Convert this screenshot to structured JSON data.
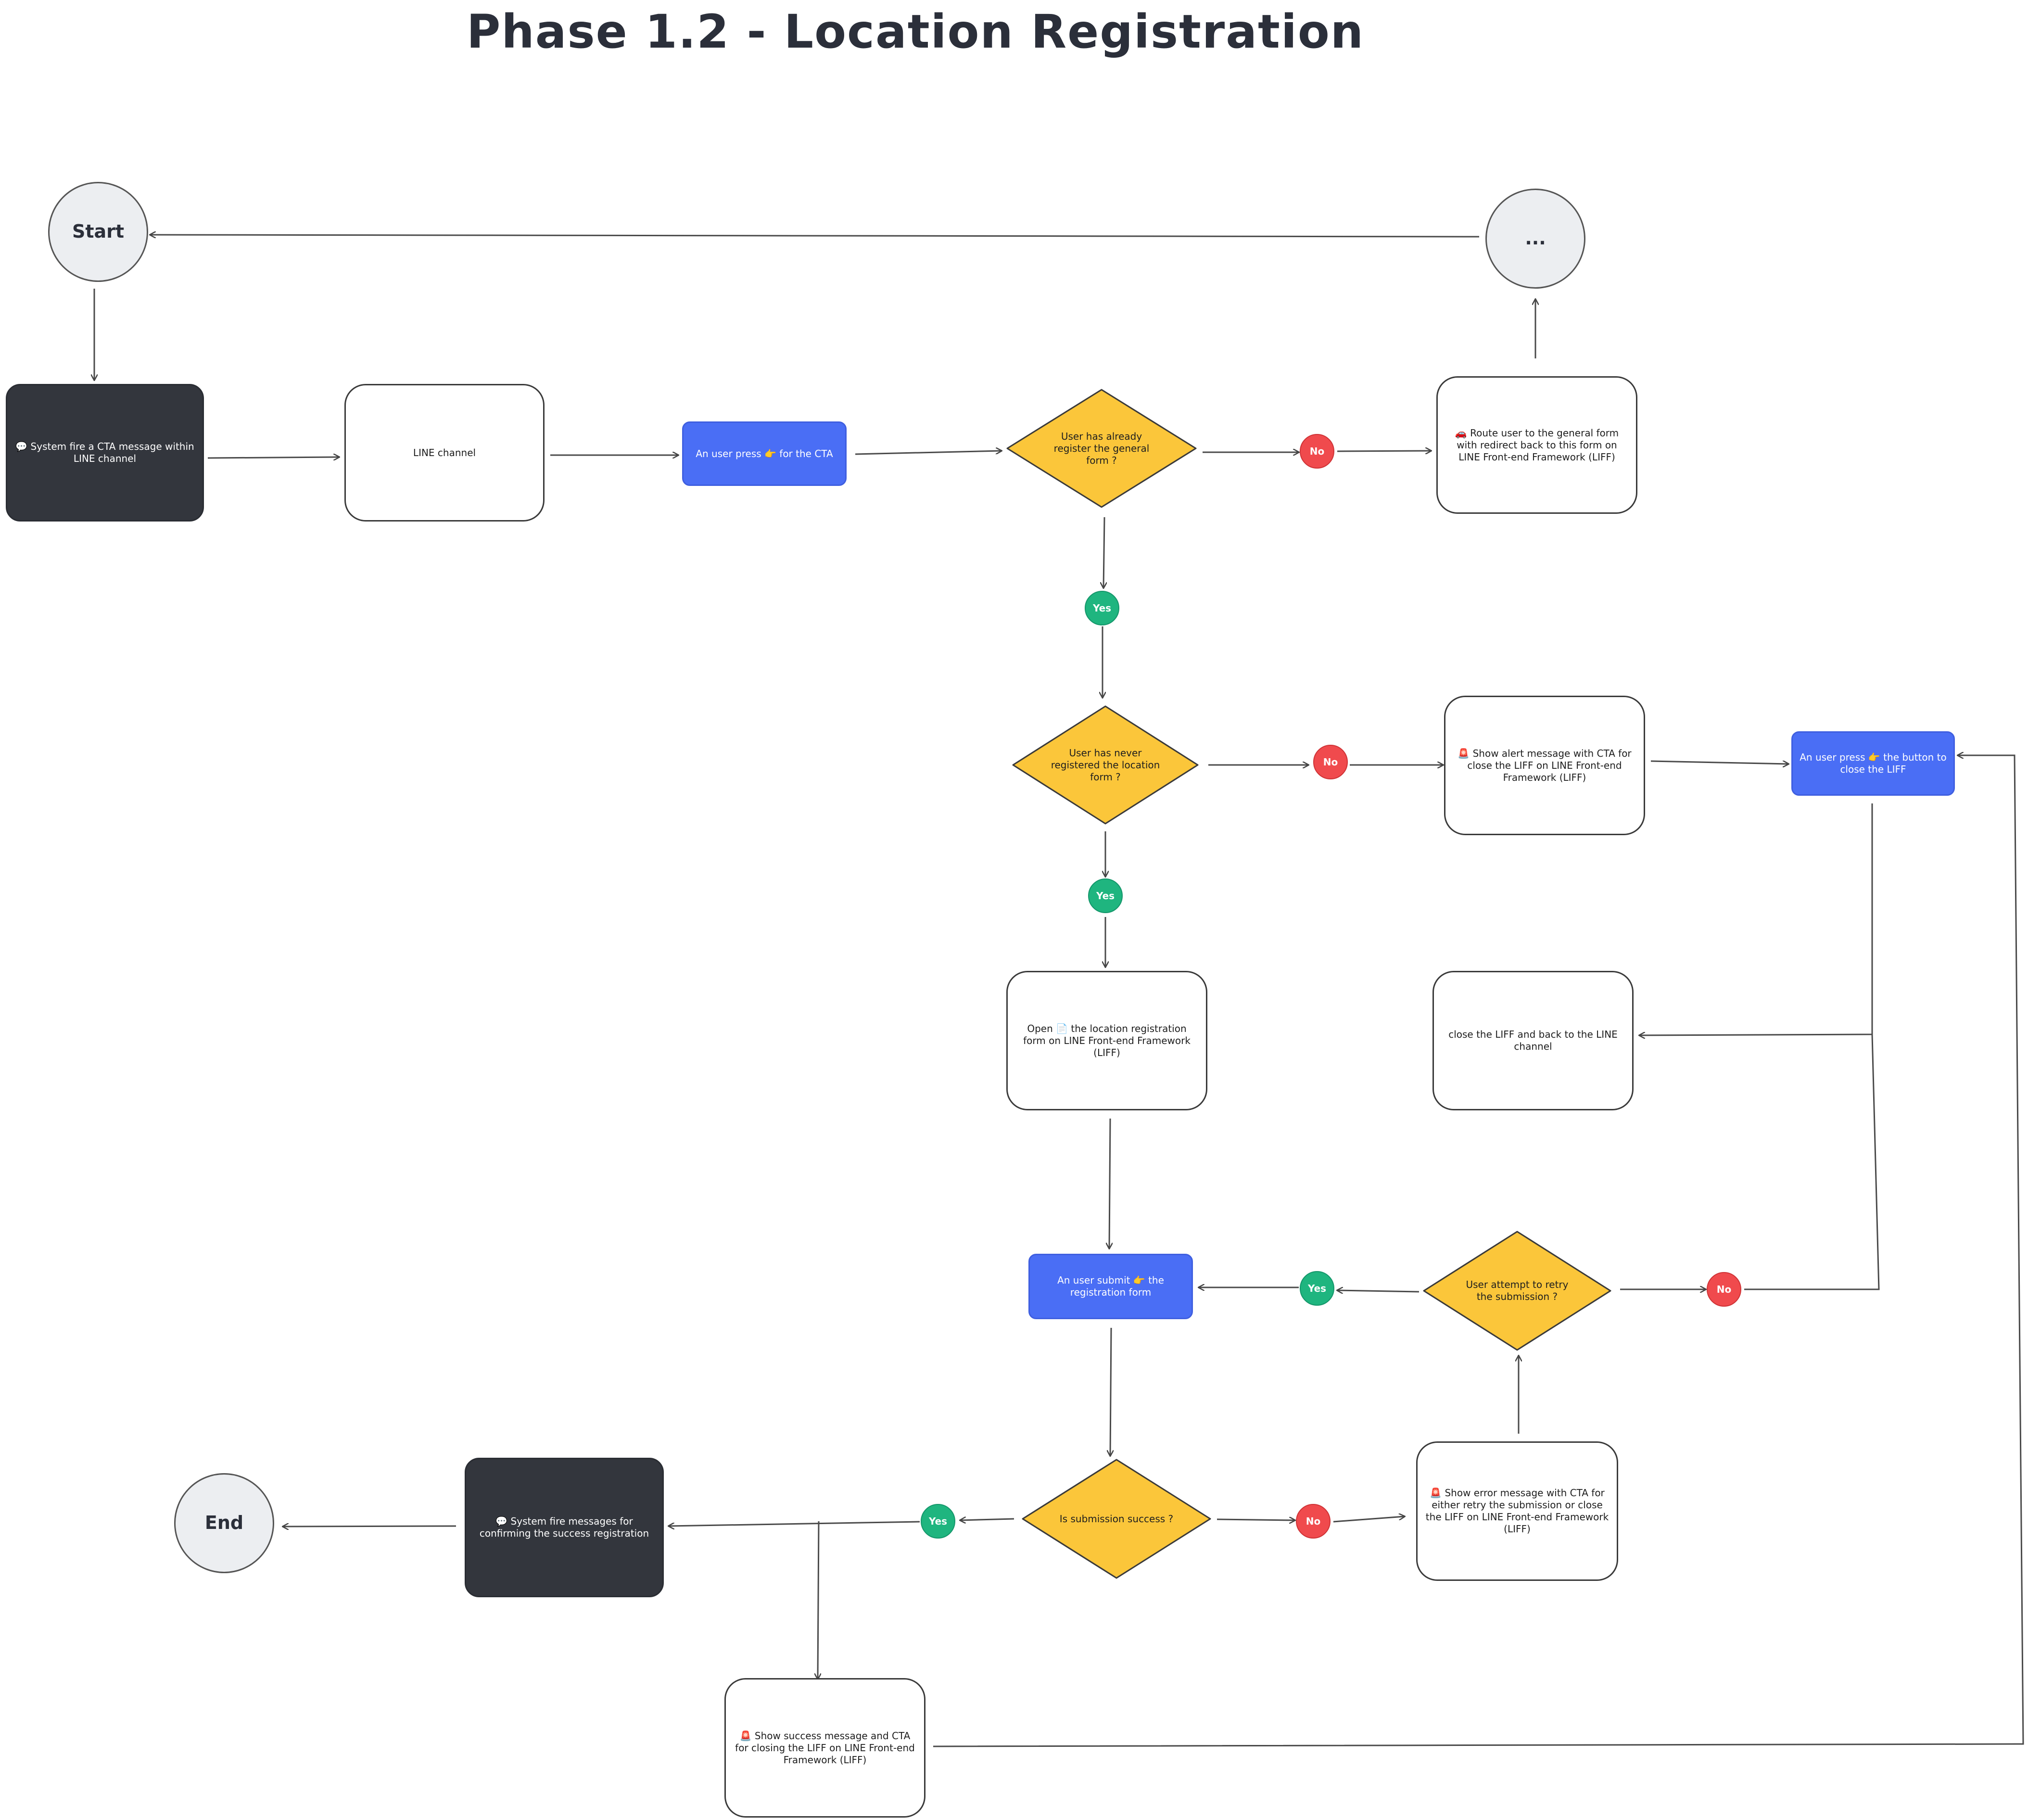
{
  "title": "Phase 1.2 - Location Registration",
  "colors": {
    "decision": "#fbc63a",
    "action_blue": "#4a6ef5",
    "system_dark": "#33363d",
    "yes_badge": "#1fb57f",
    "no_badge": "#f04a4d",
    "terminal_fill": "#eceef1"
  },
  "nodes": {
    "start": "Start",
    "ellipsis": "...",
    "end": "End",
    "system_fire_cta": "💬 System fire a CTA message within LINE channel",
    "line_channel": "LINE channel",
    "user_press_cta": "An user press 👉 for the CTA",
    "decision_general_form": "User has already register the general form ?",
    "route_general_form": "🚗 Route user to the general form with redirect back to this form on LINE Front-end Framework (LIFF)",
    "decision_never_registered": "User has never registered the location form ?",
    "show_alert": "🚨 Show alert message with CTA for close the LIFF on LINE Front-end Framework (LIFF)",
    "user_press_close": "An user press 👉 the button to close the LIFF",
    "open_location_form": "Open 📄 the location registration form on LINE Front-end Framework (LIFF)",
    "close_liff": "close the LIFF and back to the LINE channel",
    "user_submit": "An user submit 👉 the registration form",
    "decision_retry": "User attempt to retry the submission ?",
    "decision_success": "Is submission success ?",
    "show_error": "🚨 Show error message with CTA for either retry the submission or close the LIFF on LINE Front-end Framework (LIFF)",
    "system_fire_success": "💬 System fire messages for confirming the success registration",
    "show_success": "🚨 Show success message and CTA for closing the LIFF on LINE Front-end Framework (LIFF)"
  },
  "badges": {
    "no_general": "No",
    "yes_general": "Yes",
    "no_never": "No",
    "yes_never": "Yes",
    "yes_retry": "Yes",
    "no_retry": "No",
    "yes_success": "Yes",
    "no_success": "No"
  }
}
